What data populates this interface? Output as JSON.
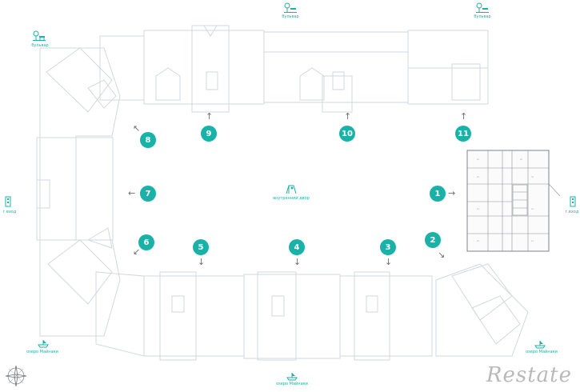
{
  "labels": {
    "boulevard_top_left": "бульвар",
    "boulevard_top_center": "бульвар",
    "boulevard_top_right": "бульвар",
    "entrance_left": "г.вход",
    "entrance_right": "г.вход",
    "courtyard": "внутренний двор",
    "lake_bottom_left": "озеро Майнаки",
    "lake_bottom_center": "озеро Майнаки",
    "lake_bottom_right": "озеро Майнаки"
  },
  "markers": [
    "1",
    "2",
    "3",
    "4",
    "5",
    "6",
    "7",
    "8",
    "9",
    "10",
    "11"
  ],
  "brand": "Restate",
  "colors": {
    "accent": "#1ab2a8",
    "lines": "#d3d8dc"
  },
  "icons": {
    "boulevard": "tree-bench-icon",
    "entrance": "building-icon",
    "courtyard": "playground-icon",
    "lake": "boat-icon",
    "compass": "compass-rose-icon"
  }
}
